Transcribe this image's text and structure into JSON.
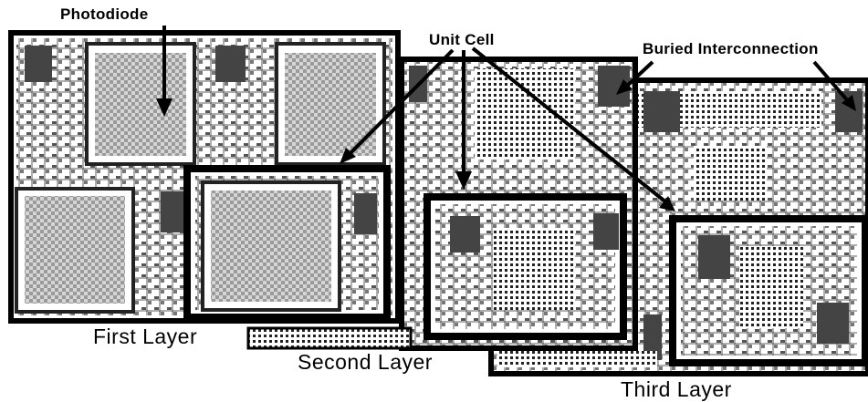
{
  "labels": {
    "photodiode": "Photodiode",
    "unit_cell": "Unit Cell",
    "buried_interconnection": "Buried Interconnection",
    "first_layer": "First Layer",
    "second_layer": "Second Layer",
    "third_layer": "Third Layer"
  },
  "colors": {
    "background": "#ffffff",
    "ink": "#000000",
    "metal_dark": "#444444",
    "pixel_fill": "#bdbdbd"
  }
}
